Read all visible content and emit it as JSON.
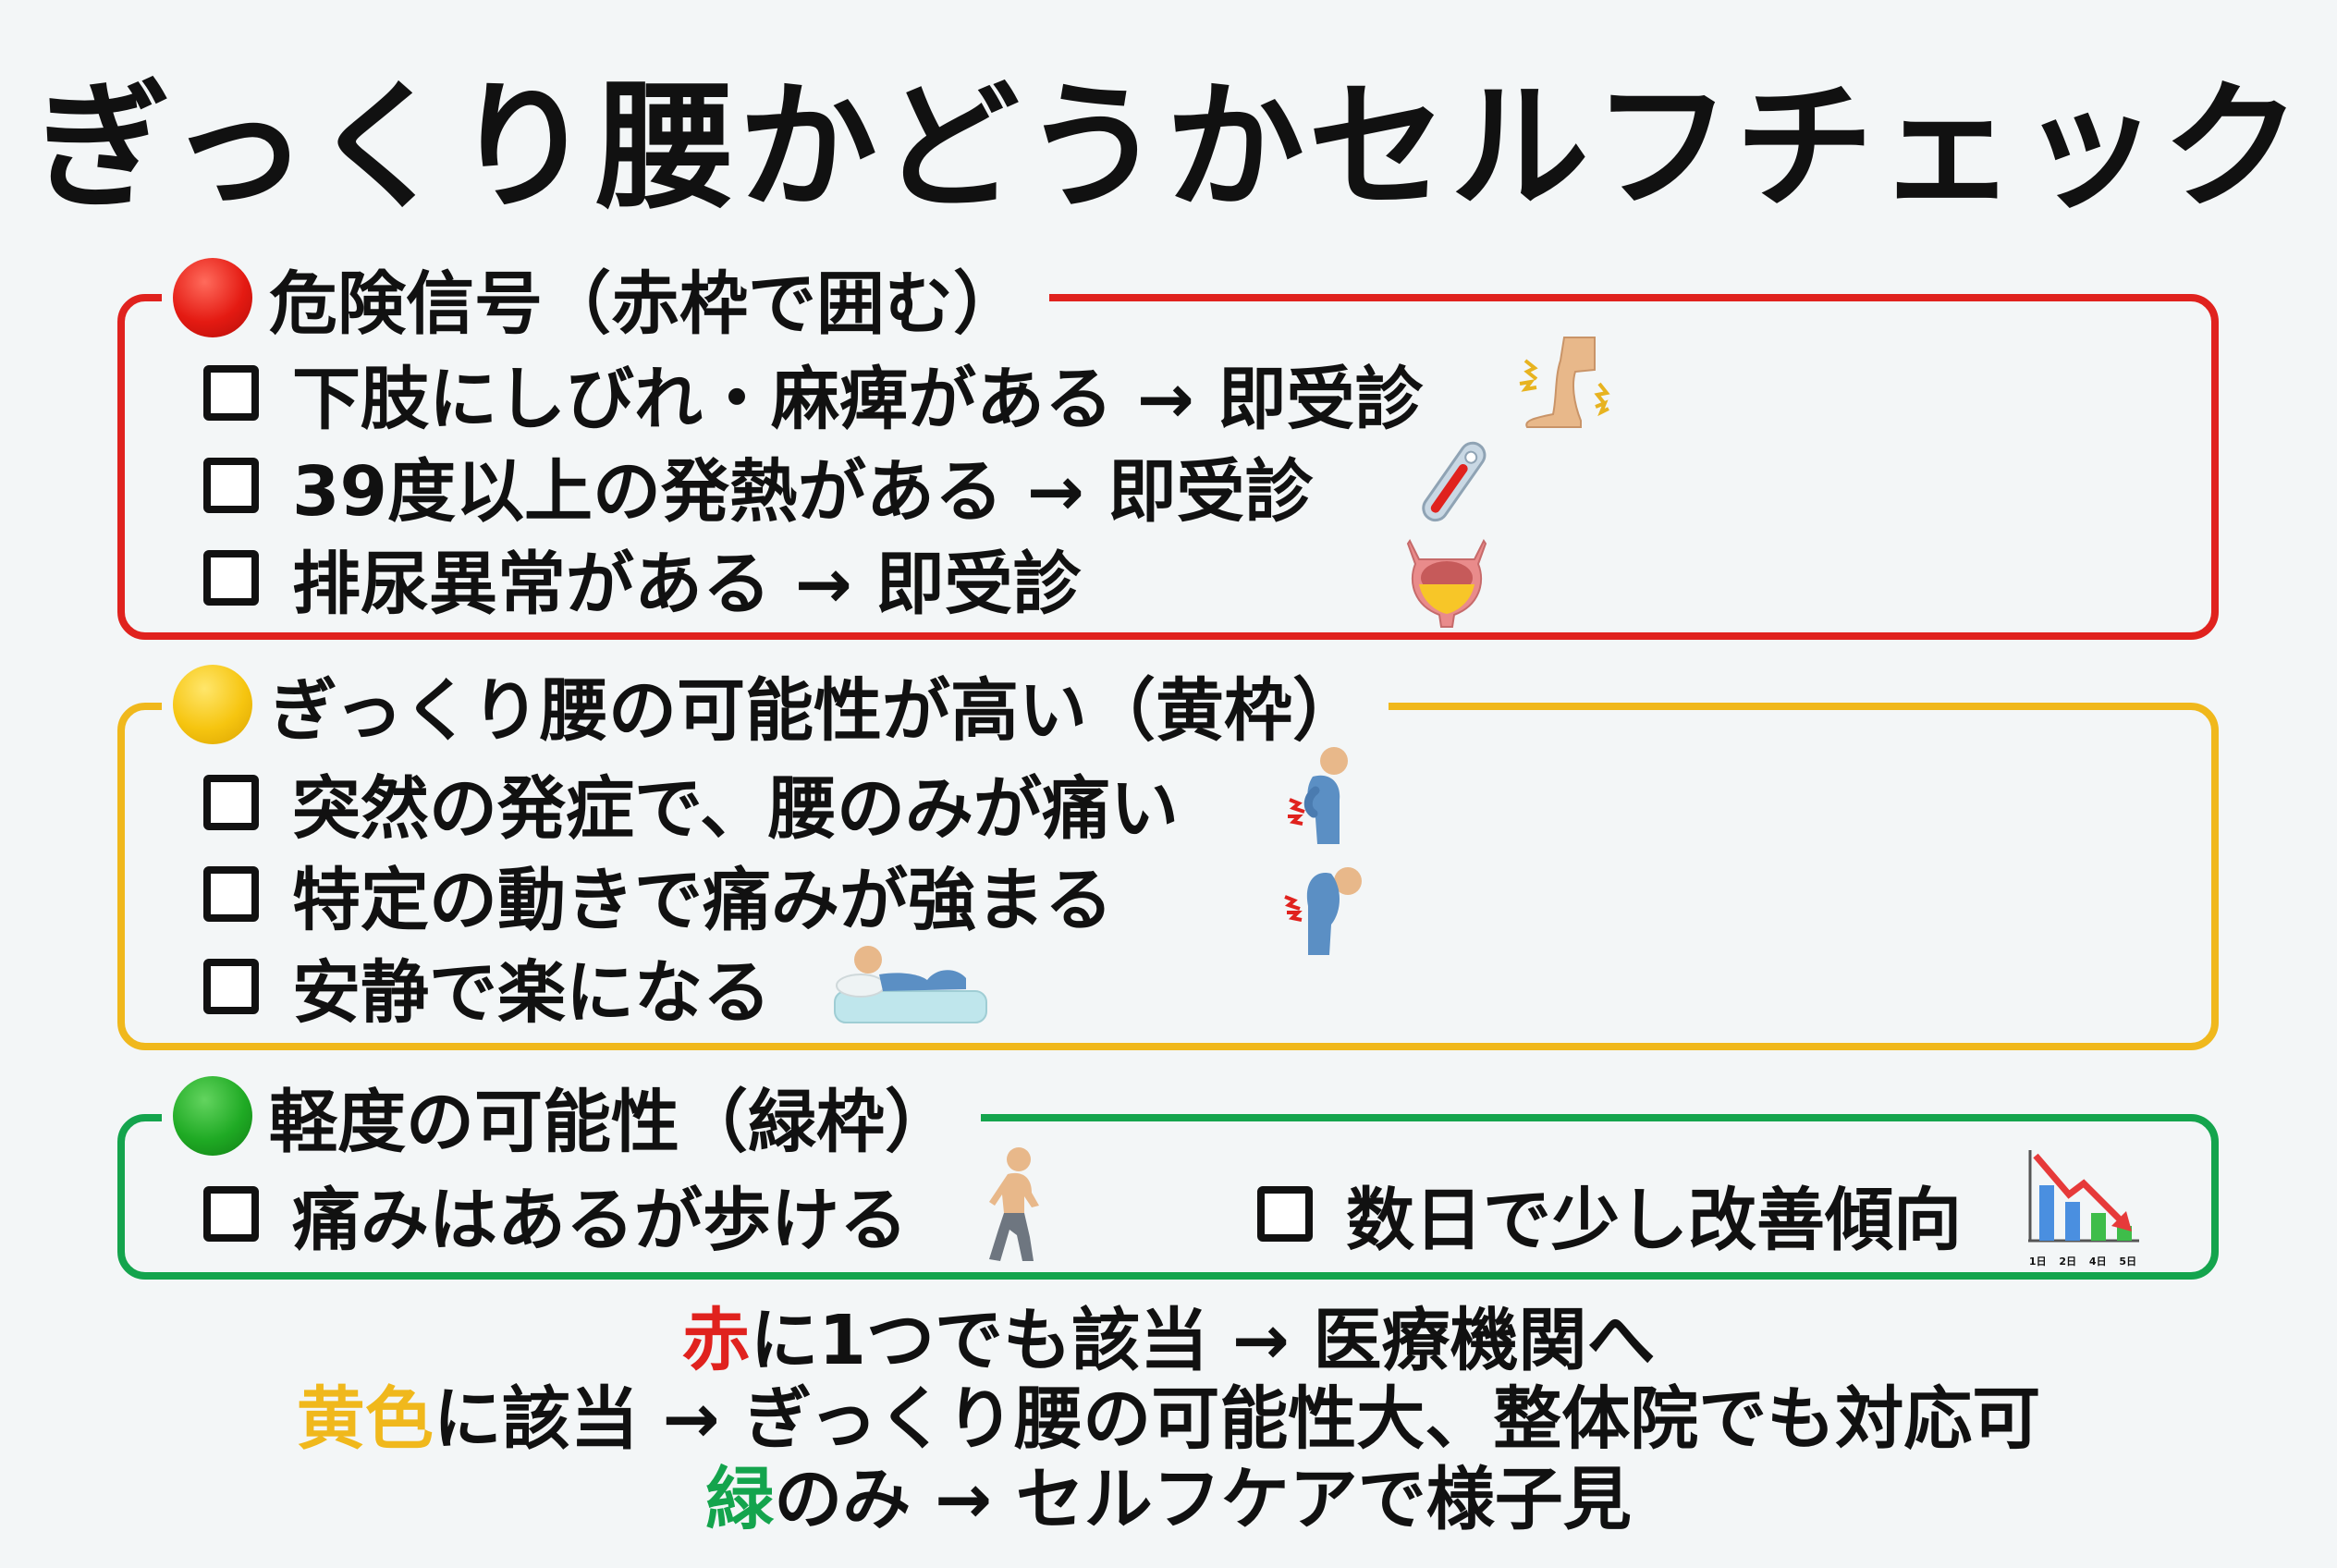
{
  "title": "ぎっくり腰かどうかセルフチェック",
  "colors": {
    "red": "#e0221e",
    "yellow": "#f0b81c",
    "green": "#14a44d",
    "background": "#f3f6f7",
    "text": "#111111"
  },
  "sections": [
    {
      "id": "red",
      "marker_icon": "red-circle-icon",
      "heading": "危険信号（赤枠で囲む）",
      "items": [
        {
          "label": "下肢にしびれ・麻痺がある → 即受診",
          "icon": "leg-numbness-icon",
          "checked": false
        },
        {
          "label": "39度以上の発熱がある → 即受診",
          "icon": "thermometer-icon",
          "checked": false
        },
        {
          "label": "排尿異常がある → 即受診",
          "icon": "bladder-icon",
          "checked": false
        }
      ]
    },
    {
      "id": "yellow",
      "marker_icon": "yellow-circle-icon",
      "heading": "ぎっくり腰の可能性が高い（黄枠）",
      "items": [
        {
          "label": "突然の発症で、腰のみが痛い",
          "icon": "back-pain-person-icon",
          "checked": false
        },
        {
          "label": "特定の動きで痛みが強まる",
          "icon": "bending-back-pain-icon",
          "checked": false
        },
        {
          "label": "安静で楽になる",
          "icon": "lying-down-person-icon",
          "checked": false
        }
      ]
    },
    {
      "id": "green",
      "marker_icon": "green-circle-icon",
      "heading": "軽度の可能性（緑枠）",
      "items": [
        {
          "label": "痛みはあるが歩ける",
          "icon": "walking-person-icon",
          "checked": false
        },
        {
          "label": "数日で少し改善傾向",
          "icon": "declining-chart-icon",
          "checked": false
        }
      ],
      "chart_icon_labels": [
        "1日",
        "2日",
        "4日",
        "5日"
      ]
    }
  ],
  "summary": [
    {
      "color_word": "赤",
      "rest": "に1つでも該当 → 医療機関へ"
    },
    {
      "color_word": "黄色",
      "rest": "に該当 → ぎっくり腰の可能性大、整体院でも対応可"
    },
    {
      "color_word": "緑",
      "rest": "のみ → セルフケアで様子見"
    }
  ]
}
